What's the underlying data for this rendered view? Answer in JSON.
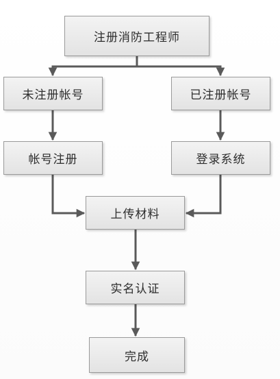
{
  "nodes": {
    "root": "注册消防工程师",
    "unregistered": "未注册帐号",
    "registered": "已注册帐号",
    "account_registration": "帐号注册",
    "login": "登录系统",
    "upload": "上传材料",
    "real_name": "实名认证",
    "done": "完成"
  },
  "colors": {
    "connector": "#5a5a5a",
    "node_border": "#9a9a9a",
    "node_fill": "#e8e8e8",
    "text": "#2d2d2d"
  }
}
